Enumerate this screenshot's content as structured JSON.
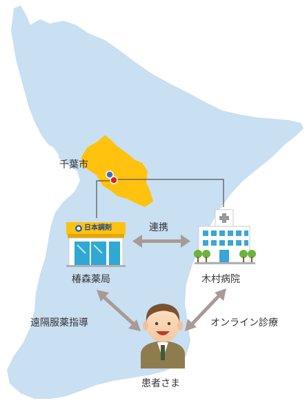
{
  "labels": {
    "city": "千葉市",
    "link": "連携",
    "pharmacy": "椿森薬局",
    "hospital": "木村病院",
    "remote_guidance": "遠隔服薬指導",
    "online_consult": "オンライン診療",
    "patient": "患者さま",
    "pharmacy_sign": "日本調剤"
  },
  "colors": {
    "sea_land": "#c9dff2",
    "city_fill": "#ffc20e",
    "arrow": "#a89a96",
    "line": "#333333",
    "pin_blue": "#3a6fc4",
    "pin_red": "#e02020"
  }
}
